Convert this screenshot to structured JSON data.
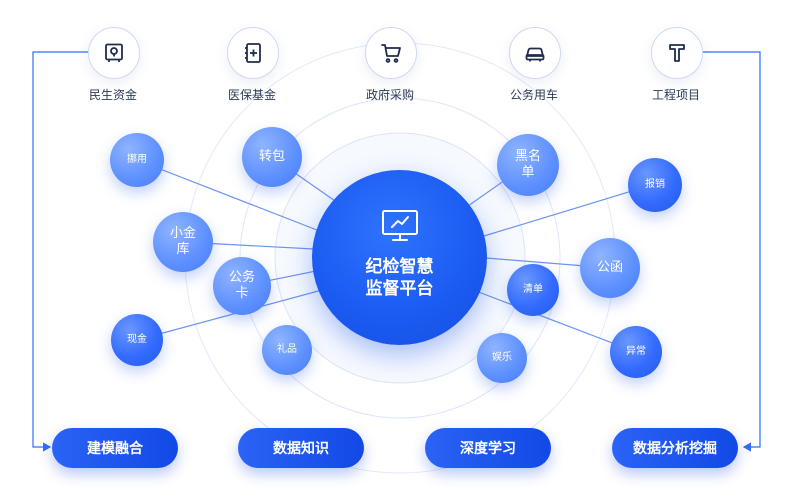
{
  "top_items": [
    {
      "label": "民生资金",
      "icon": "safe-icon"
    },
    {
      "label": "医保基金",
      "icon": "medical-plus-icon"
    },
    {
      "label": "政府采购",
      "icon": "cart-icon"
    },
    {
      "label": "公务用车",
      "icon": "car-icon"
    },
    {
      "label": "工程项目",
      "icon": "hammer-icon"
    }
  ],
  "center": {
    "title": "纪检智慧\n监督平台",
    "icon": "monitor-chart-icon"
  },
  "risk_nodes": [
    {
      "label": "挪用"
    },
    {
      "label": "小金\n库"
    },
    {
      "label": "公务\n卡"
    },
    {
      "label": "现金"
    },
    {
      "label": "转包"
    },
    {
      "label": "礼品"
    },
    {
      "label": "黑名\n单"
    },
    {
      "label": "报销"
    },
    {
      "label": "公函"
    },
    {
      "label": "清单"
    },
    {
      "label": "娱乐"
    },
    {
      "label": "异常"
    }
  ],
  "bottom_pills": [
    {
      "label": "建模融合"
    },
    {
      "label": "数据知识"
    },
    {
      "label": "深度学习"
    },
    {
      "label": "数据分析挖掘"
    }
  ],
  "colors": {
    "primary": "#1c5cf2",
    "light_node": "#5c8fff",
    "line": "#6d93f5",
    "ring": "#dde5f7",
    "label_text": "#2b3a55"
  }
}
